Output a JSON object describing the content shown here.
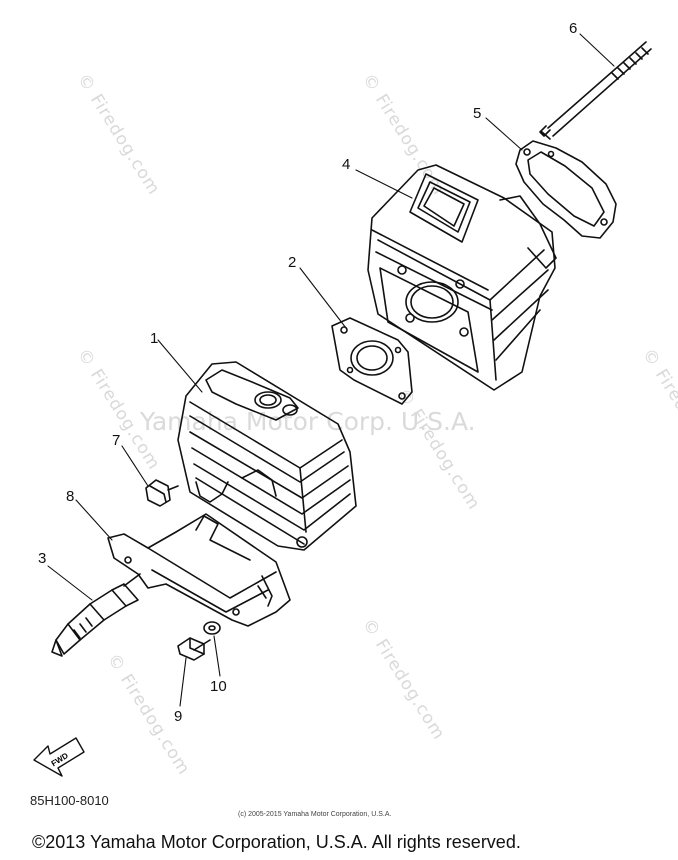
{
  "watermarks": {
    "diagonal": "© Firedog.com",
    "center": "Yamaha Motor Corp. U.S.A."
  },
  "callouts": [
    "1",
    "2",
    "3",
    "4",
    "5",
    "6",
    "7",
    "8",
    "9",
    "10"
  ],
  "fwd_label": "FWD",
  "part_code": "85H100-8010",
  "small_copyright": "(c) 2005-2015 Yamaha Motor Corporation, U.S.A.",
  "footer_copyright": "©2013 Yamaha Motor Corporation, U.S.A. All rights reserved."
}
